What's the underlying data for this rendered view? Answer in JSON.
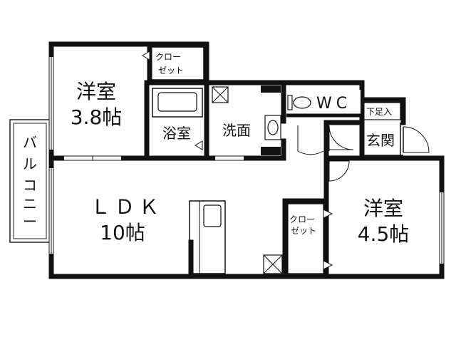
{
  "rooms": {
    "western_room_1": {
      "label": "洋室",
      "size": "3.8帖"
    },
    "closet_1": {
      "line1": "クロー",
      "line2": "ゼット"
    },
    "bathroom": {
      "label": "浴室"
    },
    "washroom": {
      "label": "洗面"
    },
    "toilet": {
      "label": "WC"
    },
    "shoe_box": {
      "label": "下足入"
    },
    "entrance": {
      "label": "玄関"
    },
    "balcony": {
      "chars": [
        "バ",
        "ル",
        "コ",
        "ニ",
        "ー"
      ]
    },
    "ldk": {
      "label": "ＬＤＫ",
      "size": "10帖"
    },
    "closet_2": {
      "line1": "クロー",
      "line2": "ゼット"
    },
    "western_room_2": {
      "label": "洋室",
      "size": "4.5帖"
    }
  }
}
